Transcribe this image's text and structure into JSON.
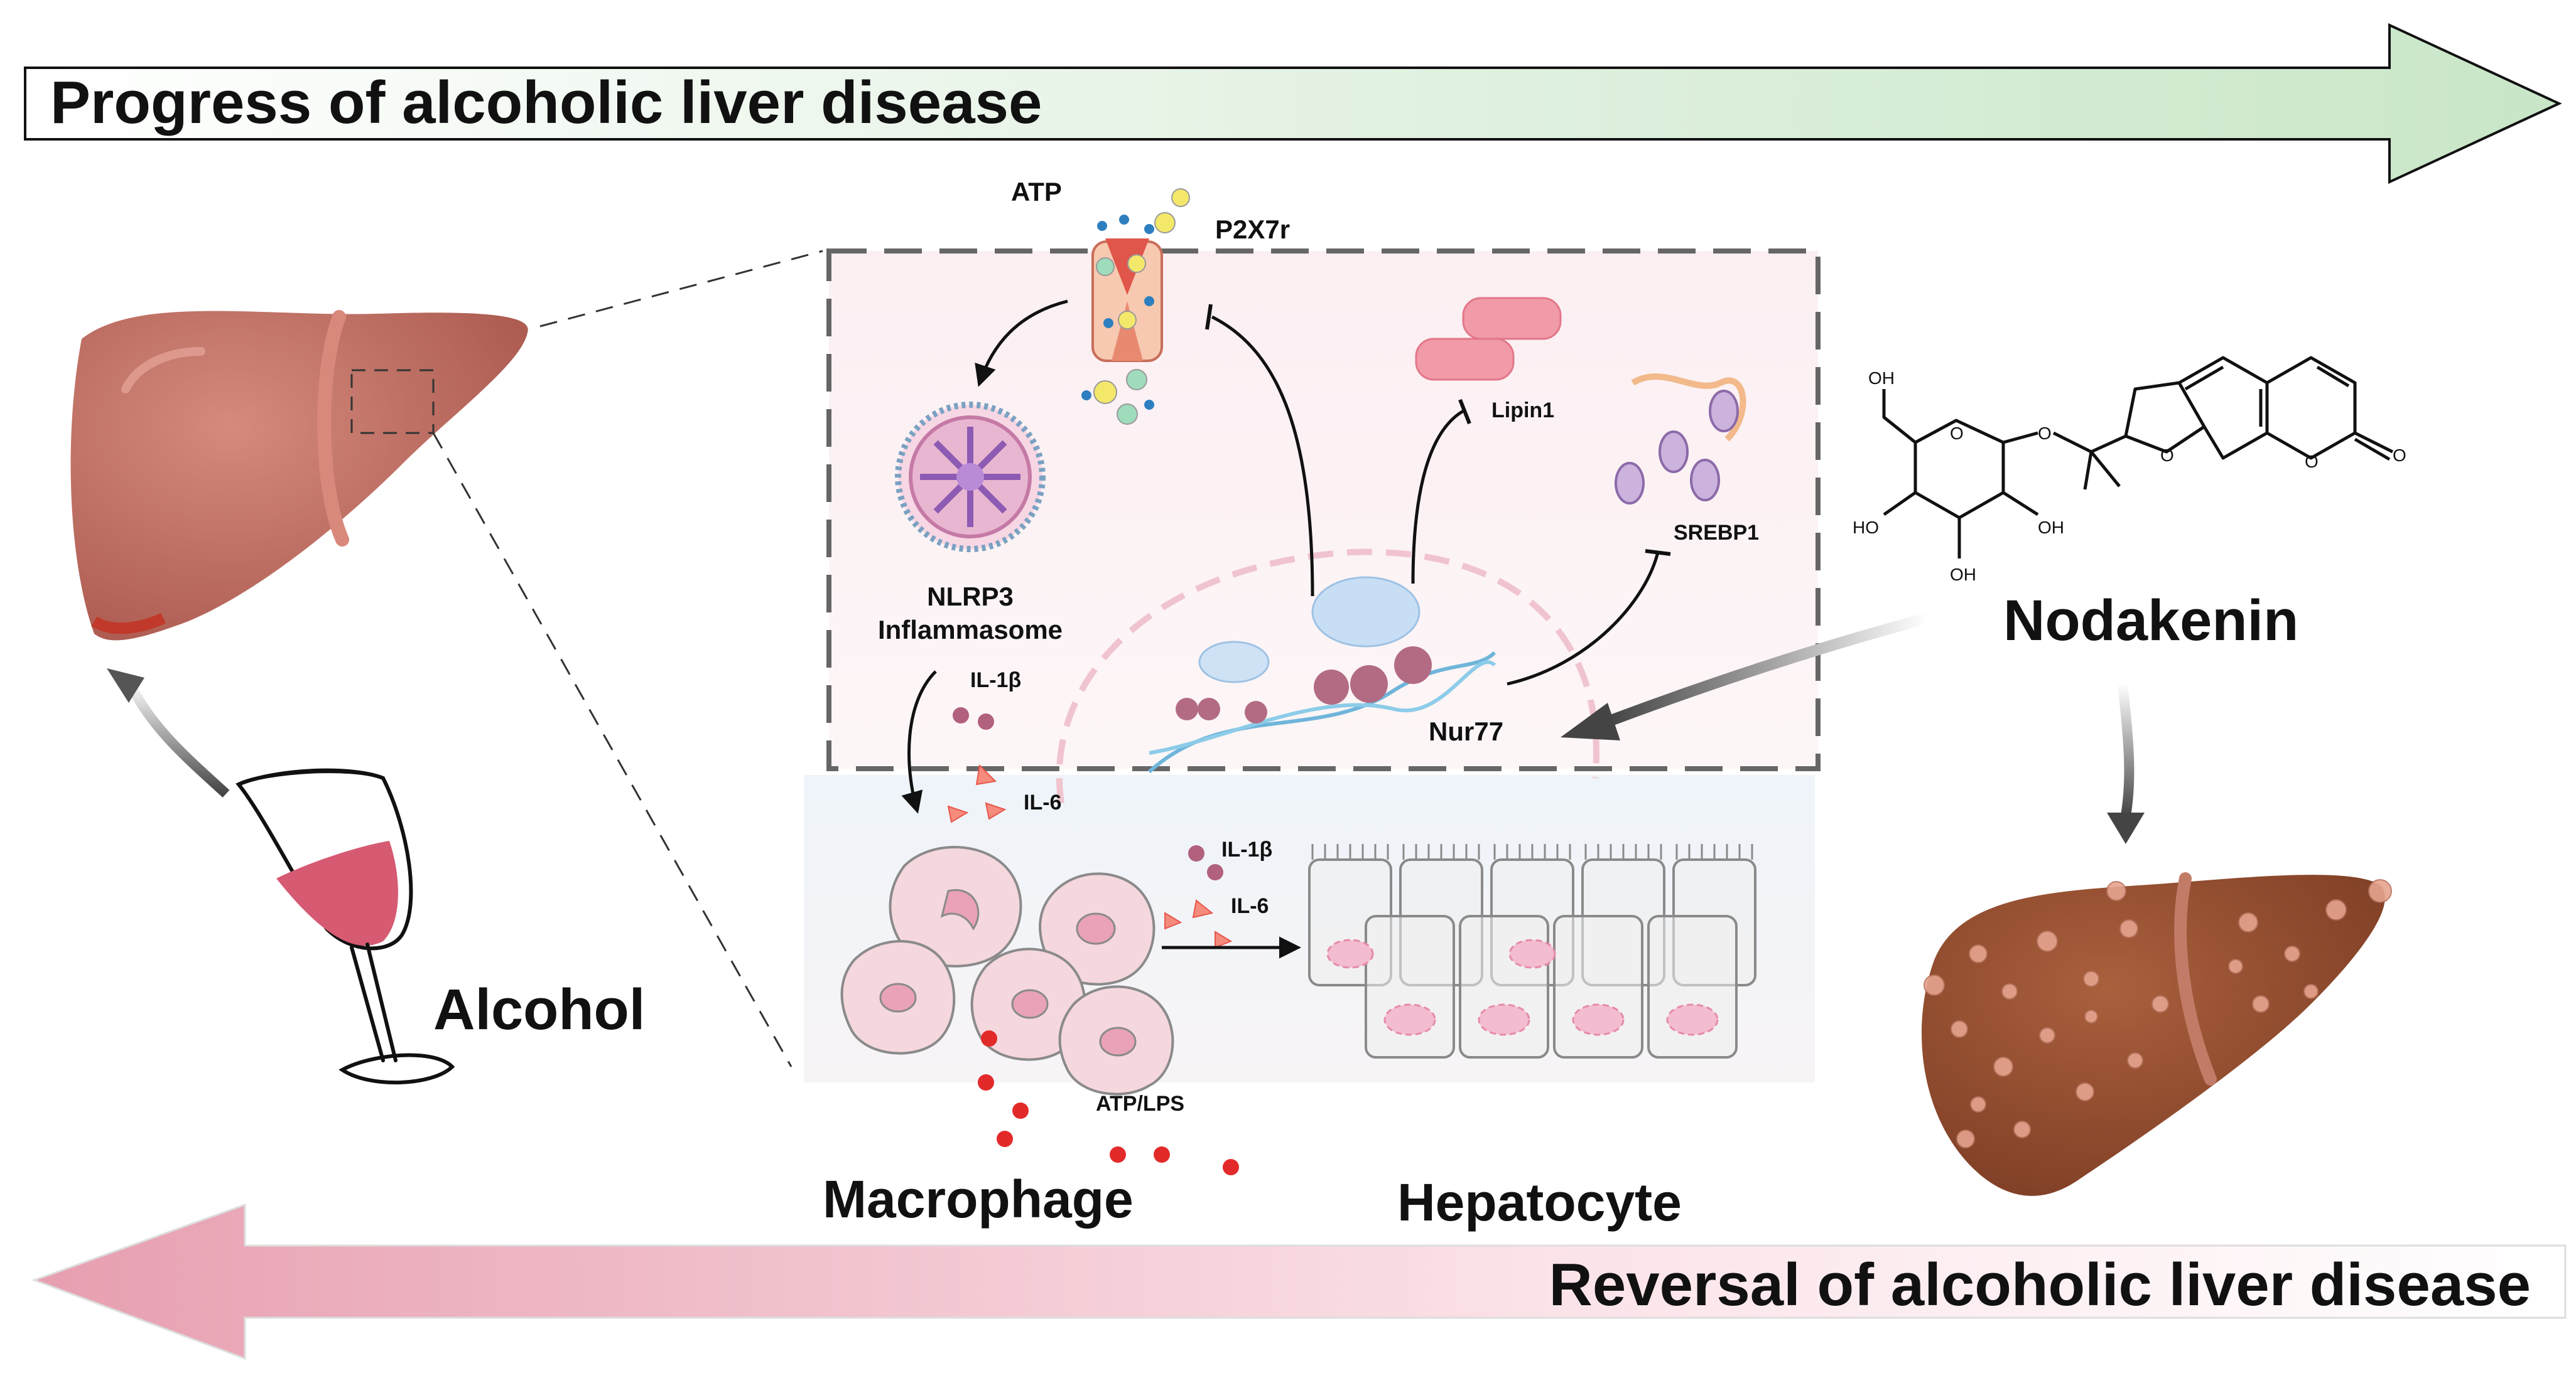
{
  "banners": {
    "progress": "Progress of alcoholic liver disease",
    "reversal": "Reversal of alcoholic liver disease"
  },
  "labels": {
    "alcohol": "Alcohol",
    "nodakenin": "Nodakenin",
    "macrophage": "Macrophage",
    "hepatocyte": "Hepatocyte",
    "atp": "ATP",
    "p2x7r": "P2X7r",
    "nlrp3_line1": "NLRP3",
    "nlrp3_line2": "Inflammasome",
    "il1b_top": "IL-1β",
    "il6_top": "IL-6",
    "il1b_mid": "IL-1β",
    "il6_mid": "IL-6",
    "lipin1": "Lipin1",
    "srebp1": "SREBP1",
    "nur77": "Nur77",
    "atp_lps": "ATP/LPS"
  },
  "molecule_atoms": {
    "oh_top": "OH",
    "ho_left": "HO",
    "oh_right": "OH",
    "oh_bottom": "OH",
    "o_ring": "O",
    "o_glyco": "O",
    "o_furan": "O",
    "o_lactone": "O",
    "o_carbonyl": "O"
  },
  "colors": {
    "progress_arrow_start": "#ffffff",
    "progress_arrow_end": "#cfe9cf",
    "reversal_arrow_start": "#e9a6b4",
    "reversal_arrow_end": "#ffffff",
    "healthy_liver": "#b8655a",
    "diseased_liver": "#8f4a2c",
    "cell_box": "#fbf0f2",
    "wine": "#d65a72"
  }
}
